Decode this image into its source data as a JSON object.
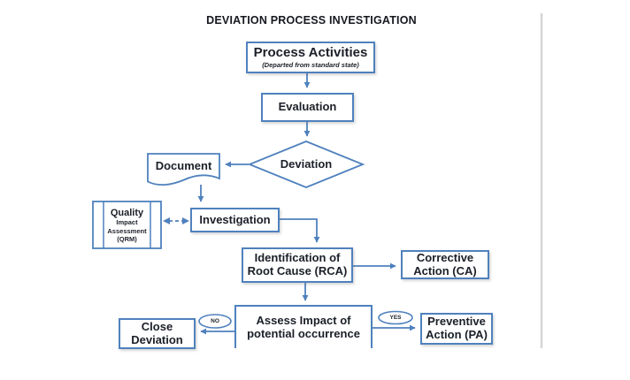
{
  "title": "DEVIATION PROCESS INVESTIGATION",
  "colors": {
    "border_blue": "#4f81bd",
    "text_dark": "#1b1f28",
    "divider_gray": "#d5d5d5"
  },
  "nodes": {
    "process_activities": {
      "label": "Process Activities",
      "sub": "(Departed from standard state)"
    },
    "evaluation": {
      "label": "Evaluation"
    },
    "deviation": {
      "label": "Deviation"
    },
    "document": {
      "label": "Document"
    },
    "quality": {
      "line1": "Quality",
      "line2": "Impact",
      "line3": "Assessment",
      "line4": "(QRM)"
    },
    "investigation": {
      "label": "Investigation"
    },
    "rca": {
      "line1": "Identification of",
      "line2": "Root Cause (RCA)"
    },
    "corrective": {
      "line1": "Corrective",
      "line2": "Action (CA)"
    },
    "assess": {
      "line1": "Assess Impact of",
      "line2": "potential occurrence"
    },
    "close_deviation": {
      "line1": "Close",
      "line2": "Deviation"
    },
    "preventive": {
      "line1": "Preventive",
      "line2": "Action (PA)"
    }
  },
  "decision_labels": {
    "no": "NO",
    "yes": "YES"
  }
}
